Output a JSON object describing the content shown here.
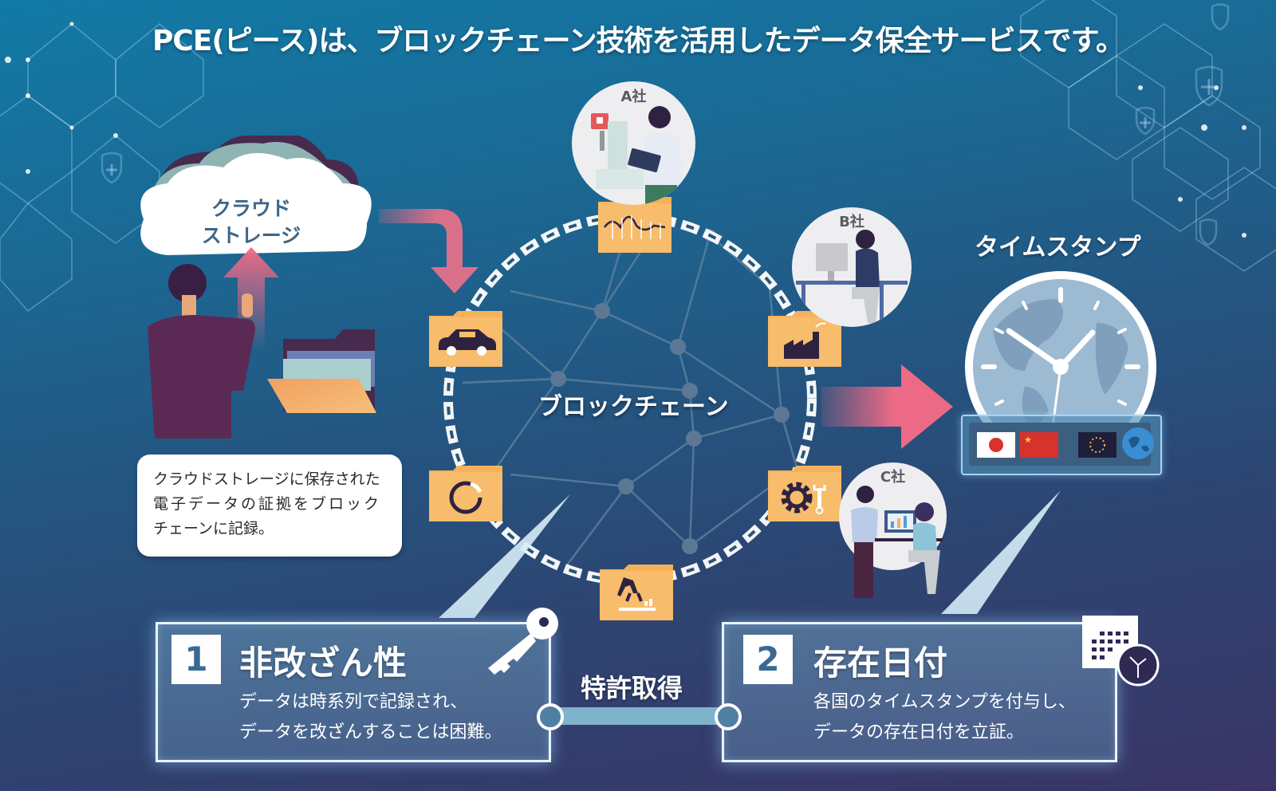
{
  "header": {
    "title": "PCE(ピース)は、ブロックチェーン技術を活用したデータ保全サービスです。"
  },
  "cloud": {
    "label_line1": "クラウド",
    "label_line2": "ストレージ",
    "description_lines": [
      "クラウドストレージに保存された",
      "電子データの証拠をブロック",
      "チェーンに記録。"
    ]
  },
  "blockchain": {
    "label": "ブロックチェーン",
    "companies": [
      {
        "label": "A社"
      },
      {
        "label": "B社"
      },
      {
        "label": "C社"
      }
    ],
    "folder_icons": [
      "chart-wave-icon",
      "car-icon",
      "factory-icon",
      "progress-ring-icon",
      "gear-wrench-icon",
      "robot-arm-icon"
    ]
  },
  "timestamp": {
    "label": "タイムスタンプ",
    "flags": [
      "japan-flag",
      "china-flag",
      "eu-flag",
      "globe"
    ]
  },
  "features": [
    {
      "number": "1",
      "title": "非改ざん性",
      "desc_line1": "データは時系列で記録され、",
      "desc_line2": "データを改ざんすることは困難。",
      "icon": "key-icon"
    },
    {
      "number": "2",
      "title": "存在日付",
      "desc_line1": "各国のタイムスタンプを付与し、",
      "desc_line2": "データの存在日付を立証。",
      "icon": "calendar-clock-icon"
    }
  ],
  "patent": {
    "label": "特許取得"
  },
  "colors": {
    "arrow_pink": "#ec6a86",
    "folder_orange": "#f6b25a",
    "feature_border": "#e8f4ff",
    "cloud_text": "#3e6688"
  }
}
